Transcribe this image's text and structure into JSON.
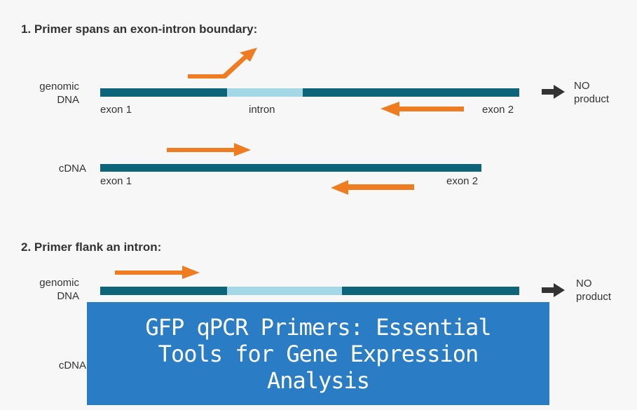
{
  "colors": {
    "exon": "#0e6478",
    "intron": "#a5d8e6",
    "primer": "#f07c22",
    "product_arrow": "#333333",
    "overlay_bg": "#2a7cc5"
  },
  "section1": {
    "title": "1. Primer spans an exon-intron boundary:",
    "genomic_label_line1": "genomic",
    "genomic_label_line2": "DNA",
    "genomic_exon1": "exon 1",
    "genomic_intron": "intron",
    "genomic_exon2": "exon 2",
    "product_line1": "NO",
    "product_line2": "product",
    "cdna_label": "cDNA",
    "cdna_exon1": "exon 1",
    "cdna_exon2": "exon 2"
  },
  "section2": {
    "title": "2. Primer flank an intron:",
    "genomic_label_line1": "genomic",
    "genomic_label_line2": "DNA",
    "product_line1": "NO",
    "product_line2": "product",
    "cdna_label": "cDNA"
  },
  "overlay": {
    "title": "GFP qPCR Primers: Essential Tools for Gene Expression Analysis"
  }
}
